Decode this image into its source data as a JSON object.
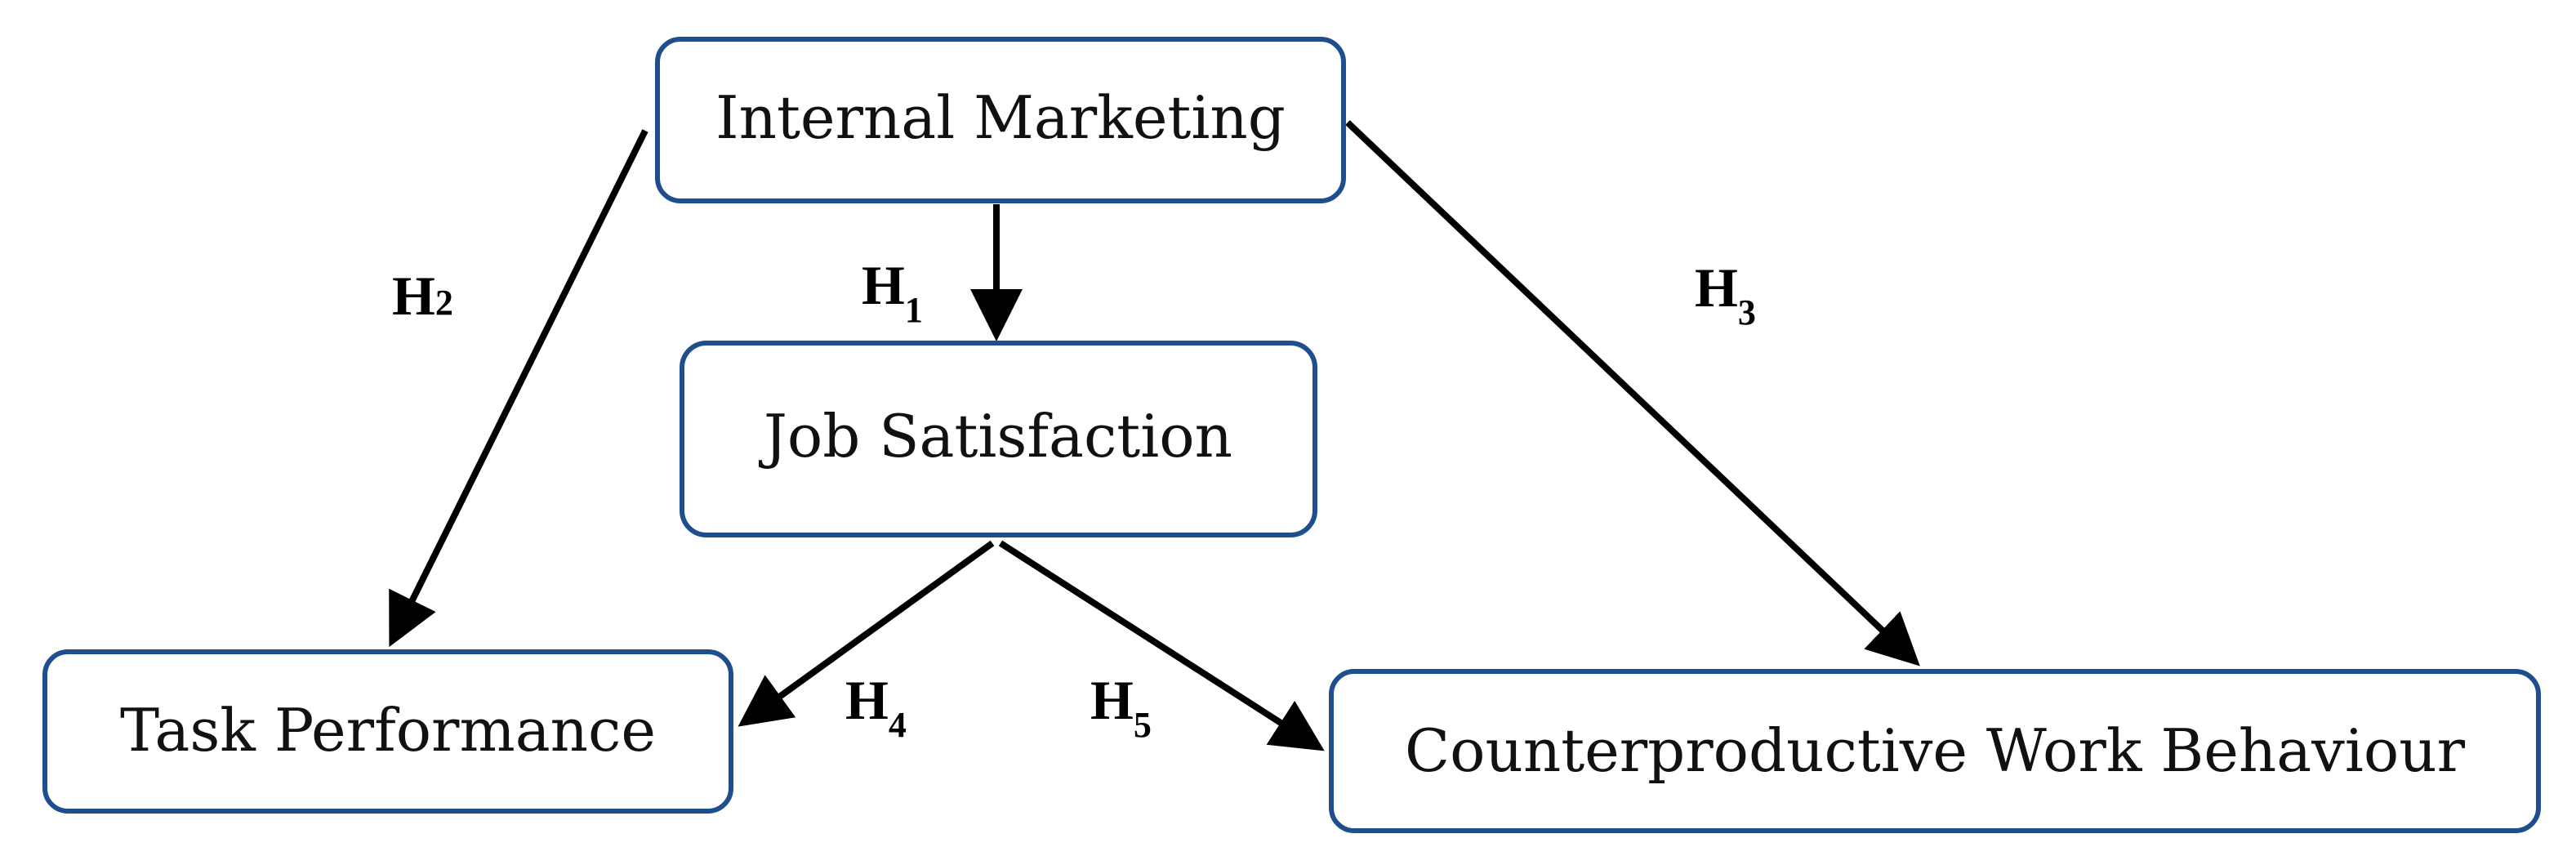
{
  "nodes": {
    "internal_marketing": "Internal Marketing",
    "job_satisfaction": "Job Satisfaction",
    "task_performance": "Task Performance",
    "counterproductive_work_behaviour": "Counterproductive Work Behaviour"
  },
  "hypotheses": {
    "h1": {
      "letter": "H",
      "sub": "1"
    },
    "h2": {
      "letter": "H",
      "sub": "2"
    },
    "h3": {
      "letter": "H",
      "sub": "3"
    },
    "h4": {
      "letter": "H",
      "sub": "4"
    },
    "h5": {
      "letter": "H",
      "sub": "5"
    }
  },
  "colors": {
    "box_border": "#1f4e8c",
    "arrow": "#000000"
  }
}
